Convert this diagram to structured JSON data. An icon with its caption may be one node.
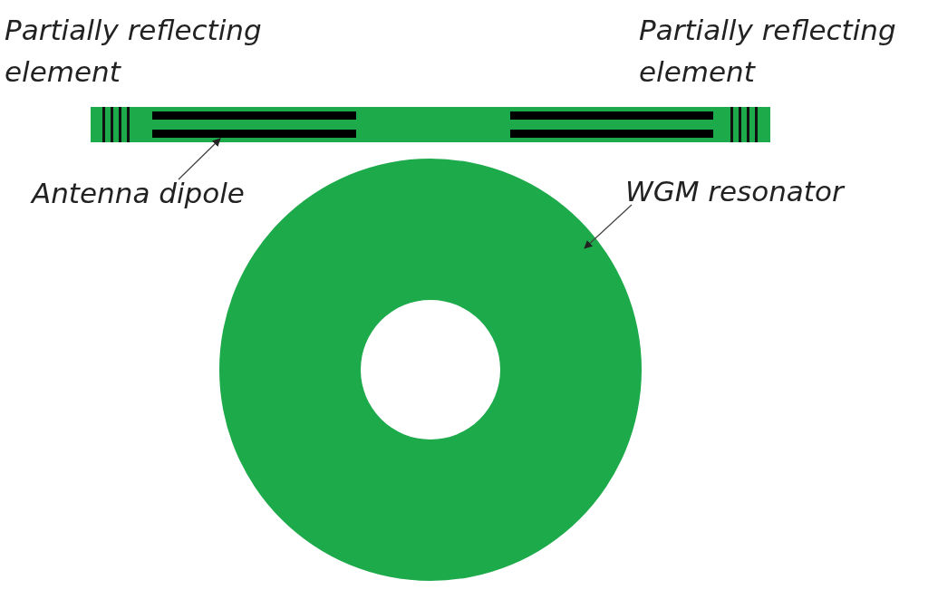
{
  "diagram": {
    "nodes": [
      {
        "text": [
          "Antenna dipole"
        ]
      },
      {
        "text": [],
        "shape": "bar"
      },
      {
        "text": [
          "WGM resonator"
        ]
      },
      {
        "text": [],
        "shape": "circle"
      }
    ],
    "edges": [
      {
        "from": 0,
        "to": 1,
        "arrow": "to"
      },
      {
        "from": 2,
        "to": 3,
        "arrow": "to"
      }
    ],
    "labels": [
      "Partially reflecting element",
      "Partially reflecting element"
    ]
  }
}
